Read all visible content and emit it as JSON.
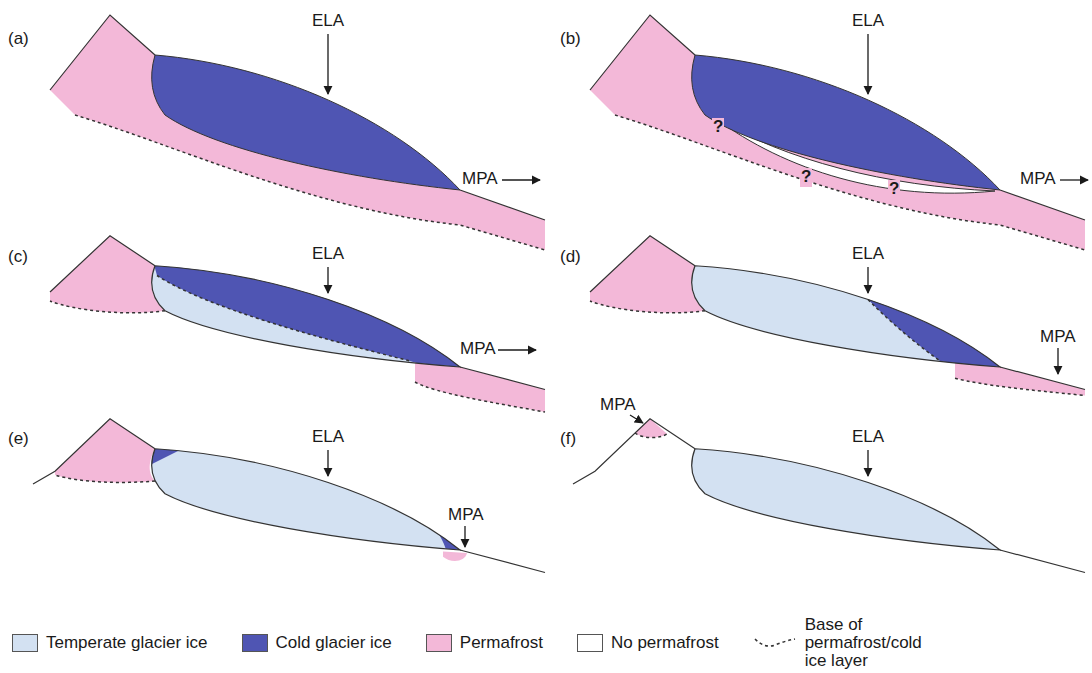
{
  "diagram": {
    "labels": [
      "(a)",
      "ELA",
      "MPA",
      "(b)",
      "ELA",
      "?",
      "?",
      "?",
      "MPA",
      "(c)",
      "ELA",
      "MPA",
      "(d)",
      "ELA",
      "MPA",
      "(e)",
      "ELA",
      "MPA",
      "(f)",
      "MPA",
      "ELA"
    ],
    "legend": [
      {
        "text": "Temperate glacier ice",
        "color": "#d3e1f2"
      },
      {
        "text": "Cold glacier ice",
        "color": "#4f55b3"
      },
      {
        "text": "Permafrost",
        "color": "#f3b8d8"
      },
      {
        "text": "No permafrost",
        "color": "#ffffff"
      },
      {
        "text": "Base of permafrost/cold ice layer"
      }
    ]
  }
}
